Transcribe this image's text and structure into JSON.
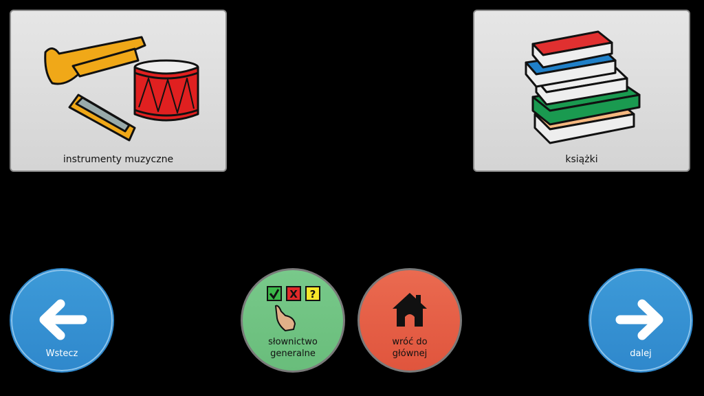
{
  "cards": [
    {
      "label": "instrumenty muzyczne",
      "icon": "musical-instruments-icon"
    },
    {
      "label": "książki",
      "icon": "books-icon"
    }
  ],
  "nav": {
    "back": {
      "label": "Wstecz",
      "icon": "arrow-left-icon"
    },
    "vocabulary": {
      "label_line1": "słownictwo",
      "label_line2": "generalne",
      "icon": "yes-no-question-icon"
    },
    "home": {
      "label_line1": "wróć do",
      "label_line2": "głównej",
      "icon": "home-icon"
    },
    "next": {
      "label": "dalej",
      "icon": "arrow-right-icon"
    }
  },
  "colors": {
    "blue": "#3490d2",
    "green": "#72c485",
    "red": "#e55f46",
    "card": "#dedede"
  }
}
